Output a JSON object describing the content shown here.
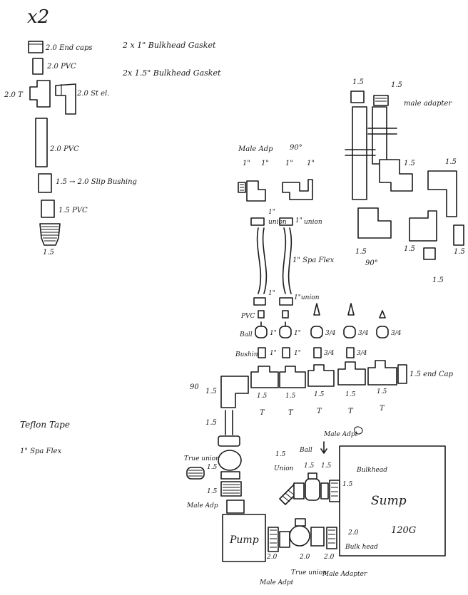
{
  "header": {
    "title": "x2"
  },
  "gasket_notes": {
    "line1": "2 x 1\" Bulkhead Gasket",
    "line2": "2x 1.5\" Bulkhead Gasket"
  },
  "left_stack": {
    "end_caps": "2.0 End caps",
    "pvc_short": "2.0 PVC",
    "tee": "2.0 T",
    "street_elbow": "2.0 St el.",
    "pvc_long": "2.0 PVC",
    "slip_bushing": "1.5 → 2.0 Slip Bushing",
    "pvc_small": "1.5 PVC",
    "threaded_size": "1.5"
  },
  "right_cluster": {
    "size_top_left": "1.5",
    "size_top_right": "1.5",
    "male_adapter": "male adapter",
    "size_mid": "1.5",
    "size_right": "1.5",
    "size_bottom_left": "1.5",
    "angle": "90°",
    "size_bottom_mid": "1.5",
    "size_bottom_right": "1.5",
    "size_bottom_small": "1.5"
  },
  "manifold_top": {
    "male_adp": "Male Adp",
    "angle": "90°",
    "size_1": "1\"",
    "size_2": "1\"",
    "size_3": "1\"",
    "size_4": "1\"",
    "union_size_a": "1\"",
    "union_label_a": "union",
    "union_size_b": "1\"",
    "union_label_b": "union",
    "spa_flex": "1\" Spa Flex",
    "union_low_a": "1\"",
    "union_low_b": "1\"union"
  },
  "valve_rows": {
    "pvc": "PVC",
    "ball": "Ball",
    "bushing": "Bushing",
    "sizes_ball": [
      "1\"",
      "1\"",
      "3/4",
      "3/4",
      "3/4"
    ],
    "sizes_bushing": [
      "1\"",
      "1\"",
      "3/4",
      "3/4"
    ]
  },
  "tee_row": {
    "elbow": "90",
    "elbow_size": "1.5",
    "end_cap": "1.5 end Cap",
    "tee_sizes": [
      "1.5",
      "1.5",
      "1.5",
      "1.5",
      "1.5"
    ],
    "tee_labels": [
      "T",
      "T",
      "T",
      "T",
      "T"
    ]
  },
  "notes": {
    "teflon": "Teflon Tape",
    "spa_flex": "1\" Spa Flex"
  },
  "pump_assembly": {
    "size_top": "1.5",
    "true_union": "True union",
    "size_union": "1.5",
    "size_adp": "1.5",
    "male_adp": "Male Adp",
    "pump": "Pump",
    "bottom_sizes": [
      "2.0",
      "2.0",
      "2.0"
    ],
    "male_adpt": "Male Adpt",
    "true_union_bottom": "True union",
    "male_adapter_bottom": "Male Adapter"
  },
  "return_line": {
    "male_adpt_top": "Male Adpt",
    "size_a": "1.5",
    "union": "Union",
    "ball": "Ball",
    "size_b": "1.5",
    "size_c": "1.5",
    "size_d": "1.5",
    "bulkhead_top": "Bulkhead",
    "size_e": "2.0",
    "bulkhead_bottom": "Bulk head"
  },
  "sump": {
    "label": "Sump",
    "volume": "120G"
  }
}
